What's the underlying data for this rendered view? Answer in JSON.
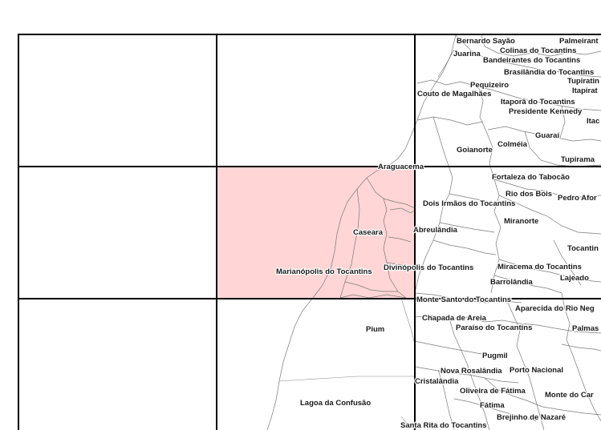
{
  "map": {
    "highlight_color": "#ffd5d5",
    "grid_color": "#000000",
    "boundary_color": "#7a7a7a",
    "background_color": "#ffffff",
    "labels": {
      "bernardo_sayao": "Bernardo Sayão",
      "palmeirante": "Palmeirant",
      "juarina": "Juarina",
      "colinas_do_tocantins": "Colinas do Tocantins",
      "bandeirantes_do_tocantins": "Bandeirantes do Tocantins",
      "brasilandia_do_tocantins": "Brasilândia do Tocantins",
      "tupiratins": "Tupiratin",
      "pequizeiro": "Pequizeiro",
      "itapiratins": "Itapirat",
      "couto_de_magalhaes": "Couto de Magalhães",
      "itapora_do_tocantins": "Itaporã do Tocantins",
      "presidente_kennedy": "Presidente Kennedy",
      "itacaja": "Itac",
      "guarai": "Guaraí",
      "colmeia": "Colméia",
      "goianorte": "Goianorte",
      "tupirama": "Tupirama",
      "araguacema": "Araguacema",
      "fortaleza_do_tabocao": "Fortaleza do Tabocão",
      "rio_dos_bois": "Rio dos Bois",
      "pedro_afonso": "Pedro Afor",
      "dois_irmaos_do_tocantins": "Dois Irmãos do Tocantins",
      "miranorte": "Miranorte",
      "caseara": "Caseara",
      "abreulandia": "Abreulândia",
      "tocantinia": "Tocantin",
      "marianopolis_do_tocantins": "Marianópolis do Tocantins",
      "divinopolis_do_tocantins": "Divinópolis do Tocantins",
      "miracema_do_tocantins": "Miracema do Tocantins",
      "lajeado": "Lajeado",
      "barrolandia": "Barrolândia",
      "monte_santo_do_tocantins": "Monte Santo do Tocantins",
      "aparecida_do_rio_negro": "Aparecida do Rio Neg",
      "chapada_de_areia": "Chapada de Areia",
      "pium": "Pium",
      "paraiso_do_tocantins": "Paraíso do Tocantins",
      "palmas": "Palmas",
      "pugmil": "Pugmil",
      "nova_rosalandia": "Nova Rosalândia",
      "porto_nacional": "Porto Nacional",
      "cristalandia": "Cristalândia",
      "oliveira_de_fatima": "Oliveira de Fátima",
      "monte_do_carmo": "Monte do Car",
      "fatima": "Fátima",
      "lagoa_da_confusao": "Lagoa da Confusão",
      "brejinho_de_nazare": "Brejinho de Nazaré",
      "santa_rita_do_tocantins": "Santa Rita do Tocantins"
    }
  }
}
